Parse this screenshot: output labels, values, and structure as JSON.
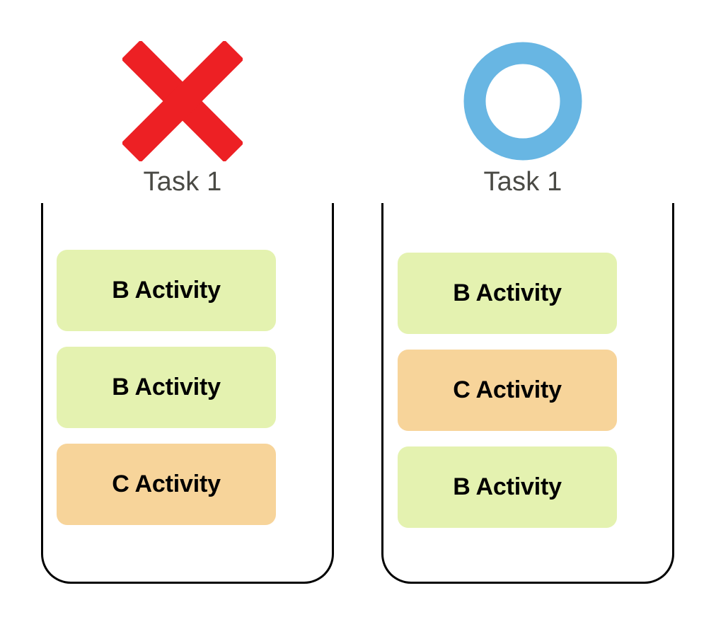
{
  "palette": {
    "background": "#ffffff",
    "reject_red": "#ed2024",
    "accept_blue": "#68b6e3",
    "activity_green": "#e4f2b0",
    "activity_orange": "#f7d49a",
    "label_gray": "#4a4a45",
    "lane_stroke": "#000000",
    "text_black": "#000000"
  },
  "columns": [
    {
      "id": "left",
      "status_icon": "cross-mark-icon",
      "status_meaning": "incorrect",
      "label": "Task 1",
      "activities": [
        {
          "label": "B Activity",
          "type": "B",
          "color": "green"
        },
        {
          "label": "B Activity",
          "type": "B",
          "color": "green"
        },
        {
          "label": "C Activity",
          "type": "C",
          "color": "orange"
        }
      ]
    },
    {
      "id": "right",
      "status_icon": "circle-ring-icon",
      "status_meaning": "correct",
      "label": "Task 1",
      "activities": [
        {
          "label": "B Activity",
          "type": "B",
          "color": "green"
        },
        {
          "label": "C Activity",
          "type": "C",
          "color": "orange"
        },
        {
          "label": "B Activity",
          "type": "B",
          "color": "green"
        }
      ]
    }
  ]
}
